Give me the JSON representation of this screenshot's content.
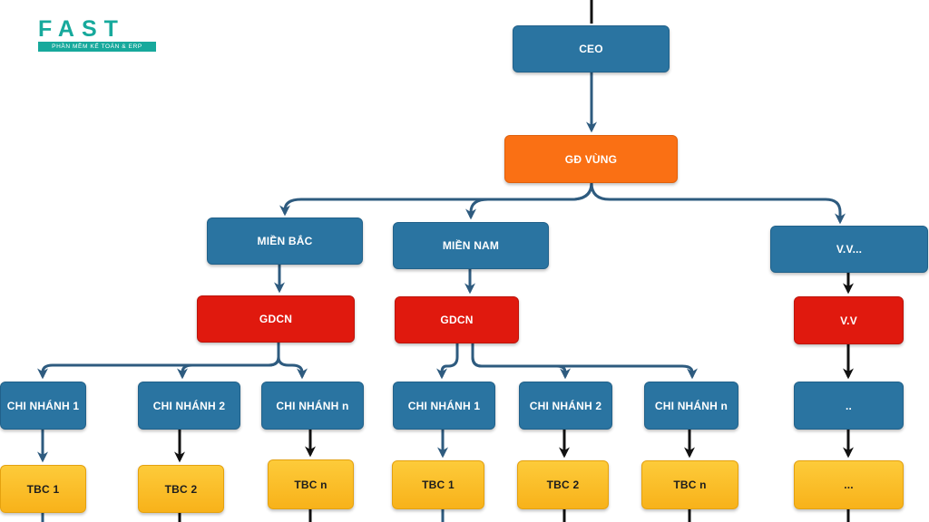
{
  "logo": {
    "word": "FAST",
    "tagline": "PHẦN MỀM KẾ TOÁN & ERP"
  },
  "nodes": {
    "ceo": "CEO",
    "gd_vung": "GĐ VÙNG",
    "mien_bac": "MIỀN BẮC",
    "mien_nam": "MIỀN NAM",
    "vv_region": "V.V...",
    "gdcn_bac": "GDCN",
    "gdcn_nam": "GDCN",
    "vv_manager": "V.V",
    "bac_cn1": "CHI NHÁNH 1",
    "bac_cn2": "CHI NHÁNH 2",
    "bac_cnn": "CHI NHÁNH n",
    "nam_cn1": "CHI NHÁNH 1",
    "nam_cn2": "CHI NHÁNH 2",
    "nam_cnn": "CHI NHÁNH n",
    "vv_branch": "..",
    "bac_tbc1": "TBC 1",
    "bac_tbc2": "TBC 2",
    "bac_tbcn": "TBC n",
    "nam_tbc1": "TBC 1",
    "nam_tbc2": "TBC 2",
    "nam_tbcn": "TBC n",
    "vv_tbc": "..."
  },
  "colors": {
    "blue": "#2a74a1",
    "orange": "#fa7014",
    "red": "#e0190e",
    "yellow": "#f8b21a",
    "connector_blue": "#2e5b7f",
    "connector_black": "#111111",
    "logo_teal": "#17a99c"
  }
}
